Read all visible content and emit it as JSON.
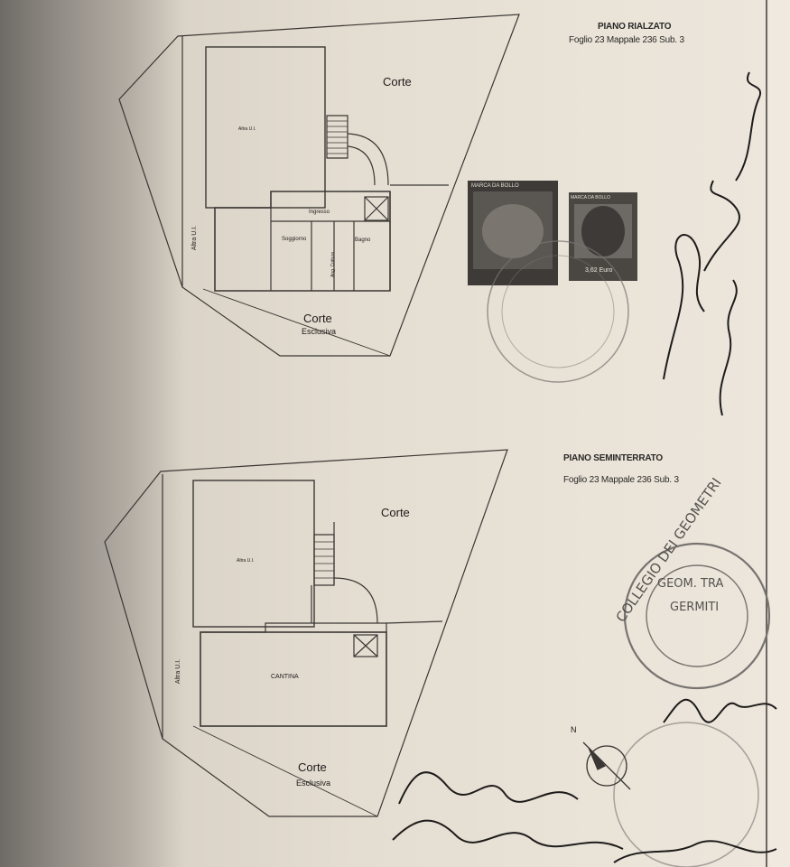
{
  "upper_plan": {
    "title": "PIANO RIALZATO",
    "ref": "Foglio 23 Mappale 236 Sub. 3",
    "labels": {
      "corte_top": "Corte",
      "corte_bottom": "Corte",
      "esclusiva": "Esclusiva",
      "altra_ui": "Altra U.I.",
      "altra_ui_upper": "Altra U.I.",
      "ingresso": "Ingresso",
      "soggiorno": "Soggiorno",
      "bagno": "Bagno",
      "cottura": "Ang. Cottura"
    }
  },
  "lower_plan": {
    "title": "PIANO SEMINTERRATO",
    "ref": "Foglio 23 Mappale 236 Sub. 3",
    "labels": {
      "corte_top": "Corte",
      "corte_bottom": "Corte",
      "esclusiva": "Esclusiva",
      "altra_ui": "Altra U.I.",
      "altra_ui_upper": "Altra U.I.",
      "cantina": "CANTINA",
      "north": "N"
    }
  },
  "stamps": {
    "marca_left": "MARCA DA BOLLO",
    "marca_right": "MARCA DA BOLLO",
    "marca_value": "3,62 Euro"
  },
  "colors": {
    "paper": "#e9e3d8",
    "ink": "#2a2826",
    "stamp": "#6d6a66"
  }
}
